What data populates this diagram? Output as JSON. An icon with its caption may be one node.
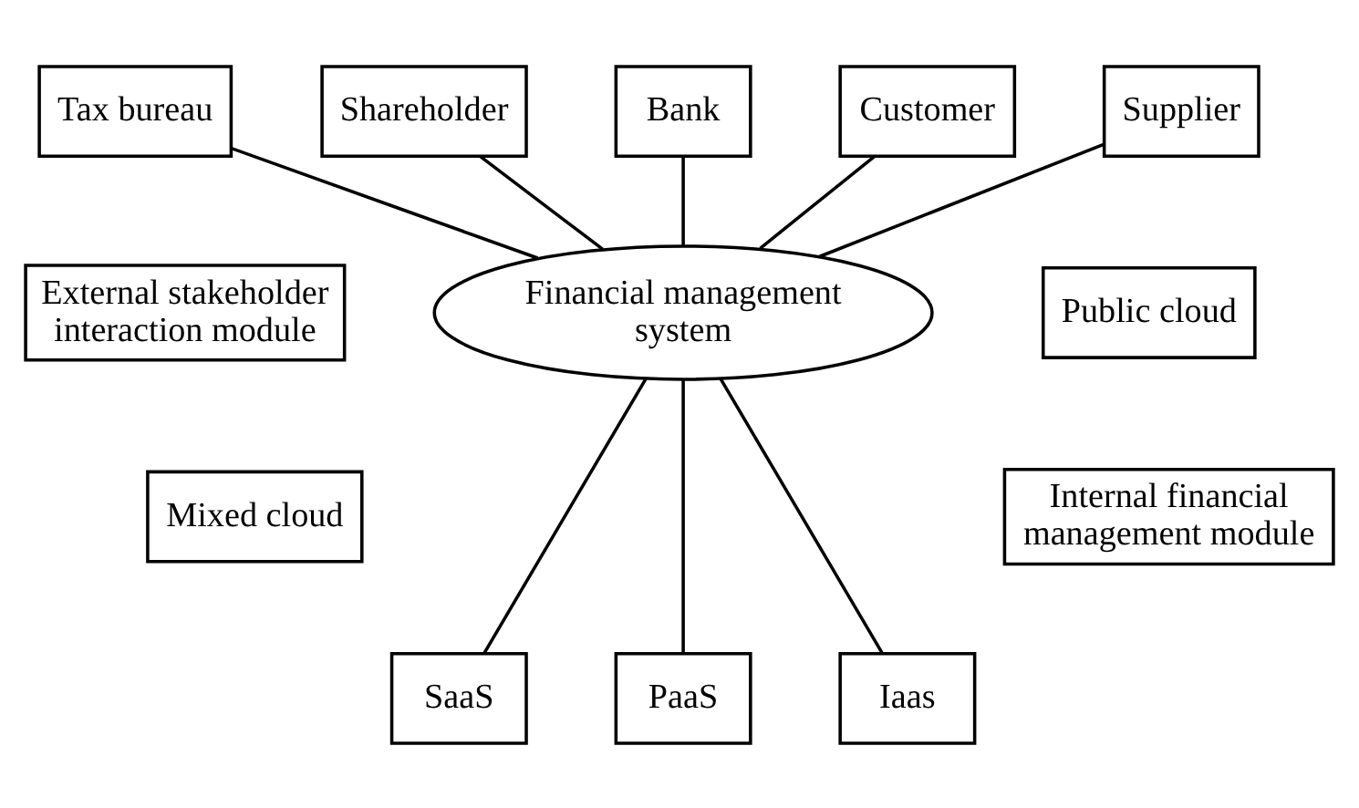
{
  "diagram": {
    "nodes": [
      {
        "text": [
          "Bank"
        ]
      },
      {
        "text": [
          "Shareholder"
        ]
      },
      {
        "text": [
          "Customer"
        ]
      },
      {
        "text": [
          "Tax bureau"
        ]
      },
      {
        "text": [
          "Supplier"
        ]
      },
      {
        "text": [
          "External stakeholder interaction module"
        ]
      },
      {
        "text": [
          "Public cloud"
        ]
      },
      {
        "text": [
          "Financial management system"
        ]
      },
      {
        "text": [
          "Mixed cloud"
        ]
      },
      {
        "text": [
          "Internal financial management module"
        ]
      },
      {
        "text": [
          "SaaS"
        ]
      },
      {
        "text": [
          "PaaS"
        ]
      },
      {
        "text": [
          "Iaas"
        ]
      }
    ],
    "edges": [
      {
        "from": 3,
        "to": 7,
        "arrow": "none"
      },
      {
        "from": 1,
        "to": 7,
        "arrow": "none"
      },
      {
        "from": 0,
        "to": 7,
        "arrow": "none"
      },
      {
        "from": 2,
        "to": 7,
        "arrow": "none"
      },
      {
        "from": 4,
        "to": 7,
        "arrow": "none"
      },
      {
        "from": 7,
        "to": 10,
        "arrow": "none"
      },
      {
        "from": 7,
        "to": 11,
        "arrow": "none"
      },
      {
        "from": 7,
        "to": 12,
        "arrow": "none"
      }
    ]
  }
}
